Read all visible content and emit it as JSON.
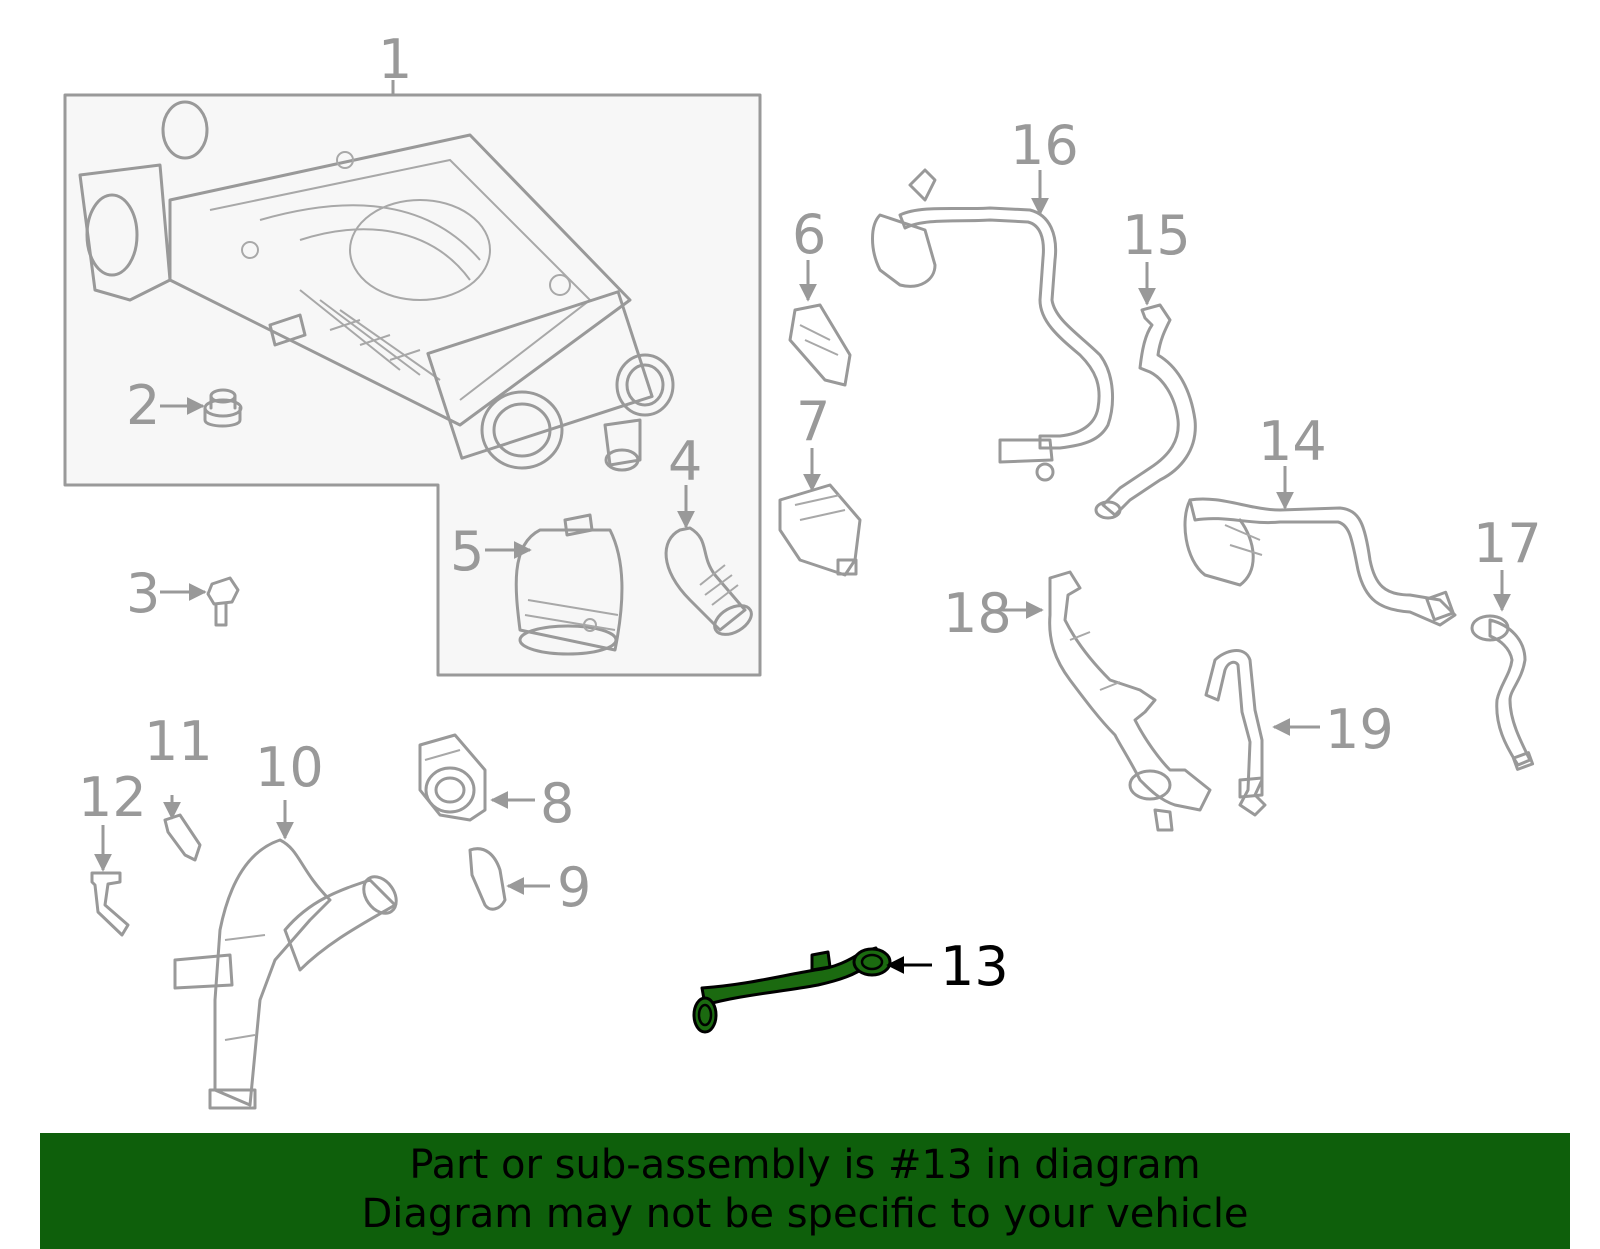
{
  "colors": {
    "part_stroke": "#999999",
    "highlight_fill": "#1b6a10",
    "banner_background": "#0e5f0b",
    "banner_text": "#000000"
  },
  "callouts": {
    "c1": "1",
    "c2": "2",
    "c3": "3",
    "c4": "4",
    "c5": "5",
    "c6": "6",
    "c7": "7",
    "c8": "8",
    "c9": "9",
    "c10": "10",
    "c11": "11",
    "c12": "12",
    "c13": "13",
    "c14": "14",
    "c15": "15",
    "c16": "16",
    "c17": "17",
    "c18": "18",
    "c19": "19"
  },
  "highlighted_part": "13",
  "banner": {
    "line1": "Part or sub-assembly is #13 in diagram",
    "line2": "Diagram may not be specific to your vehicle"
  }
}
